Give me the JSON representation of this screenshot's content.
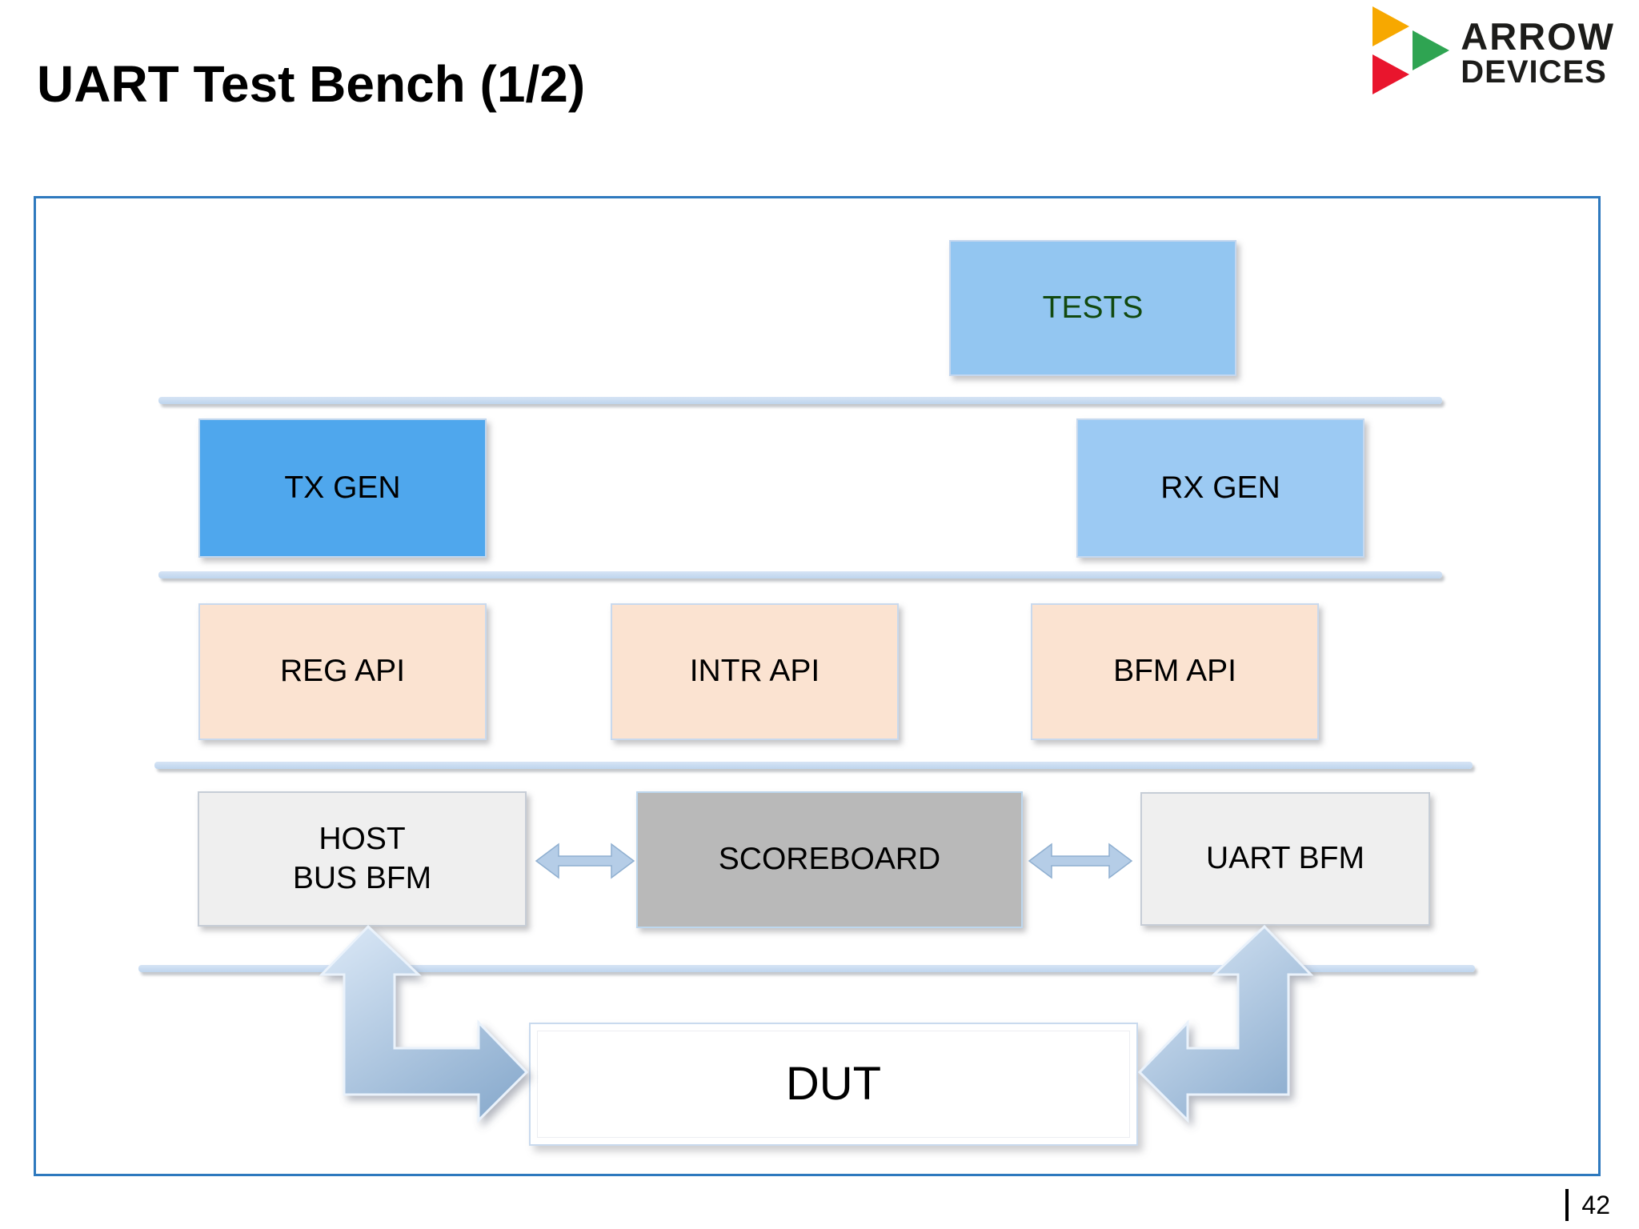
{
  "slide": {
    "title": "UART Test Bench (1/2)",
    "page_number": "42"
  },
  "logo": {
    "line1": "ARROW",
    "line2": "DEVICES",
    "triangle_colors": {
      "yellow": "#f7a800",
      "green": "#2fa452",
      "red": "#e9152d"
    }
  },
  "diagram": {
    "tests": "TESTS",
    "tx_gen": "TX GEN",
    "rx_gen": "RX GEN",
    "reg_api": "REG API",
    "intr_api": "INTR API",
    "bfm_api": "BFM API",
    "host_bus_bfm_line1": "HOST",
    "host_bus_bfm_line2": "BUS BFM",
    "scoreboard": "SCOREBOARD",
    "uart_bfm": "UART BFM",
    "dut": "DUT"
  },
  "colors": {
    "frame_border": "#2e79be",
    "tests_fill": "#93c6f1",
    "tests_text": "#12490f",
    "tx_gen_fill": "#4fa7ed",
    "rx_gen_fill": "#9ccaf3",
    "api_fill": "#fbe3d1",
    "bfm_fill": "#efefef",
    "scoreboard_fill": "#b9b9b9",
    "divider_fill": "#bed5ee",
    "big_arrow_light": "#dce9f7",
    "big_arrow_dark": "#8fafd0",
    "thin_arrow_fill": "#b5cde7"
  }
}
